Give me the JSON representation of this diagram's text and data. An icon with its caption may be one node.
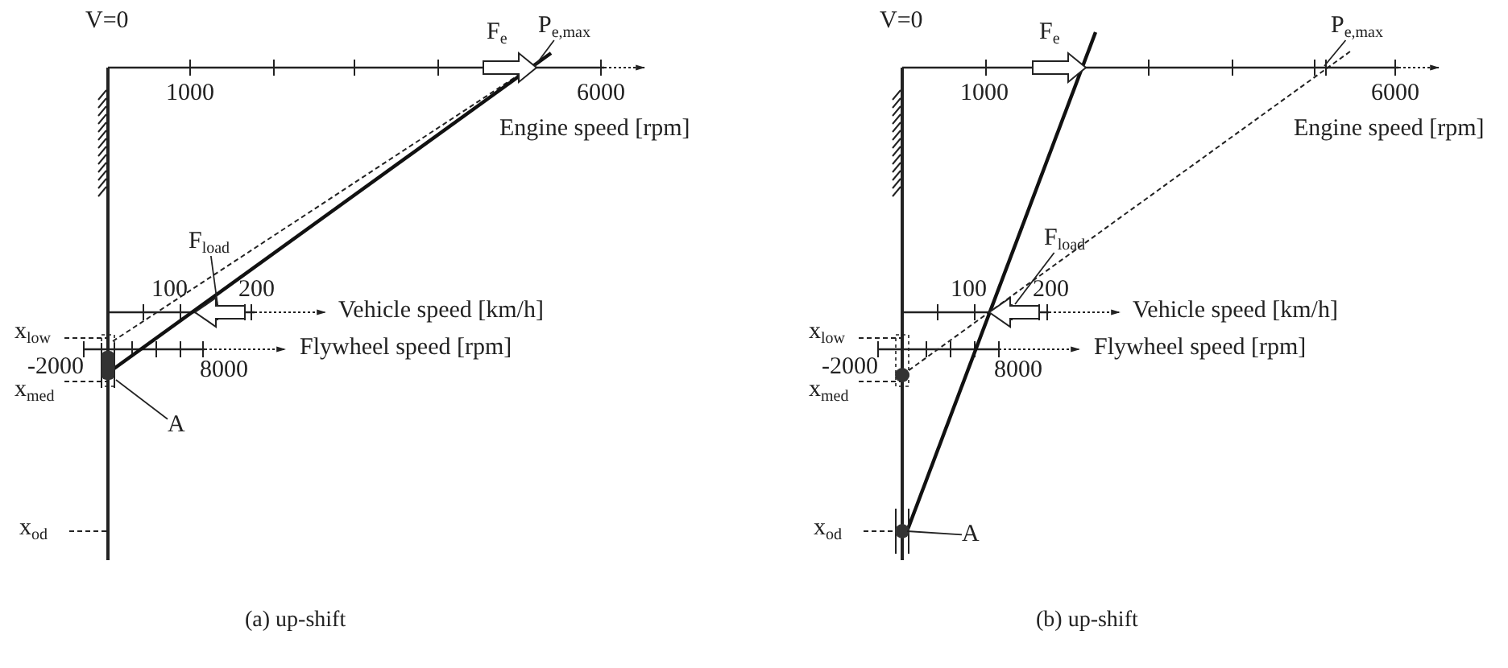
{
  "diagram": {
    "nodes": [
      {
        "text": [
          "P$_{e,max}$"
        ]
      },
      {
        "text": [
          "F$_{load}$"
        ]
      },
      {
        "text": [
          "A"
        ]
      },
      {
        "text": [
          "P$_{e,max}$"
        ]
      },
      {
        "text": [
          "F$_{load}$"
        ]
      },
      {
        "text": [
          "A"
        ]
      }
    ],
    "edges": [
      {
        "from": 0,
        "to": null,
        "arrow": "none"
      },
      {
        "from": 1,
        "to": null,
        "arrow": "none"
      },
      {
        "from": 2,
        "to": null,
        "arrow": "none"
      },
      {
        "from": 3,
        "to": null,
        "arrow": "none"
      },
      {
        "from": 4,
        "to": null,
        "arrow": "none"
      },
      {
        "from": 5,
        "to": null,
        "arrow": "none"
      }
    ],
    "labels": [
      "V=0",
      "1000",
      "6000",
      "Engine speed [rpm]",
      "F$_{e}$",
      "100",
      "200",
      "Vehicle speed [km/h]",
      "x$_{low}$",
      "Flywheel speed [rpm]",
      "-2000",
      "8000",
      "x$_{med}$",
      "x$_{od}$",
      "V=0",
      "1000",
      "6000",
      "Engine speed [rpm]",
      "F$_{e}$",
      "100",
      "200",
      "Vehicle speed [km/h]",
      "x$_{low}$",
      "Flywheel speed [rpm]",
      "-2000",
      "8000",
      "x$_{med}$",
      "x$_{od}$",
      "(a) up-shift",
      "(b) up-shift"
    ]
  }
}
